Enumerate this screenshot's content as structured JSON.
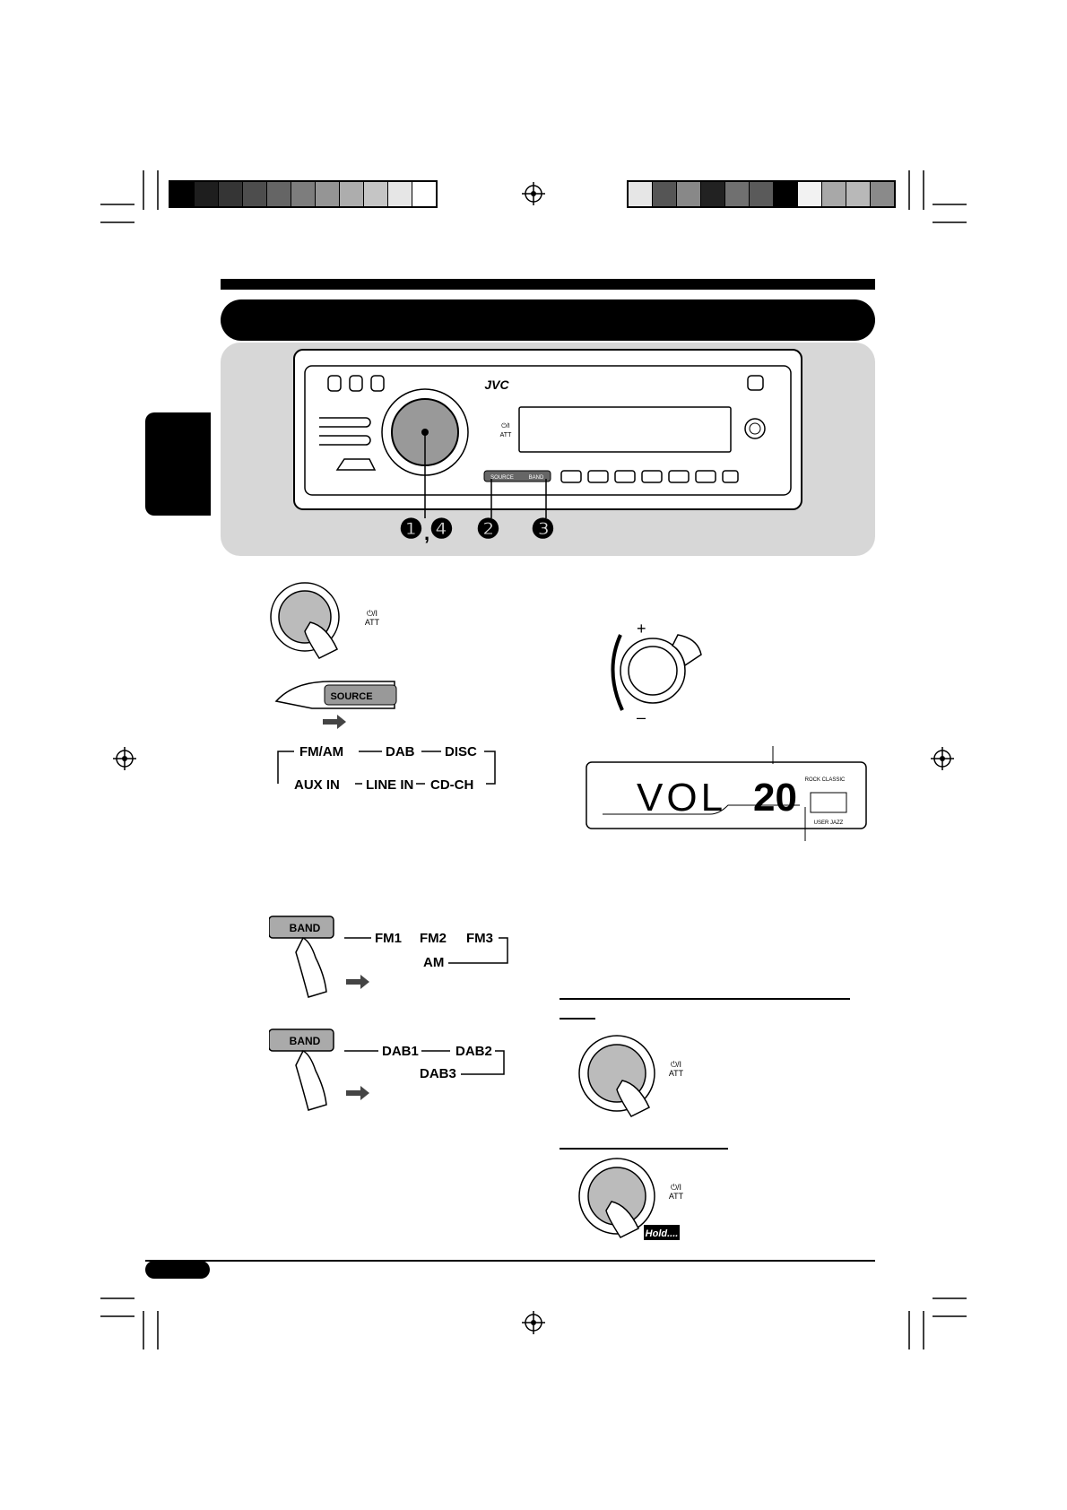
{
  "colors": {
    "left_strip": [
      "#000000",
      "#1e1e1e",
      "#353535",
      "#4d4d4d",
      "#656565",
      "#7d7d7d",
      "#959595",
      "#adadad",
      "#c5c5c5",
      "#e6e6e6",
      "#ffffff"
    ],
    "right_strip": [
      "#e6e6e6",
      "#555555",
      "#888888",
      "#222222",
      "#707070",
      "#5a5a5a",
      "#000000",
      "#f2f2f2",
      "#a8a8a8",
      "#b8b8b8",
      "#8a8a8a"
    ]
  },
  "faceplate": {
    "brand": "JVC",
    "power_label": "⏻/I",
    "att_label": "ATT",
    "source_btn": "SOURCE",
    "band_btn": "BAND"
  },
  "callouts": {
    "c1": "❶",
    "c2": "❷",
    "c3": "❸",
    "c4": "❹",
    "sep": ","
  },
  "source_cycle": {
    "fm_am": "FM/AM",
    "dab": "DAB",
    "disc": "DISC",
    "aux_in": "AUX IN",
    "line_in": "LINE IN",
    "cd_ch": "CD-CH",
    "button": "SOURCE"
  },
  "fm_cycle": {
    "button": "BAND",
    "fm1": "FM1",
    "fm2": "FM2",
    "fm3": "FM3",
    "am": "AM"
  },
  "dab_cycle": {
    "button": "BAND",
    "dab1": "DAB1",
    "dab2": "DAB2",
    "dab3": "DAB3"
  },
  "volume": {
    "plus": "+",
    "minus": "–",
    "display_text": "VOL",
    "display_value": "20",
    "eq_top": "ROCK CLASSIC",
    "eq_bottom": "USER JAZZ"
  },
  "hold_label": "Hold...."
}
